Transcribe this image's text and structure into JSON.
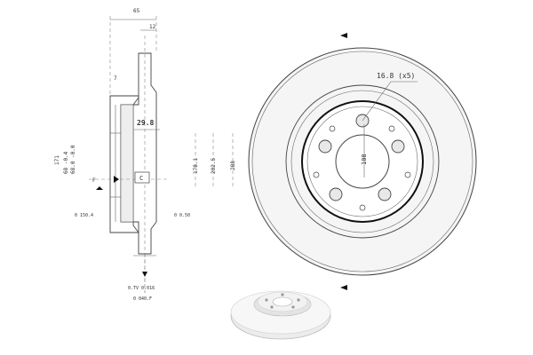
{
  "colors": {
    "ink": "#333333",
    "rotor_fill": "#f2f2f2",
    "shade": "#e0e0e0",
    "background": "#ffffff"
  },
  "side_view": {
    "dims": {
      "total_width": "65",
      "flange": "12",
      "offset": "7",
      "hub_depth": "29.8",
      "marker": "C",
      "d1": "171",
      "d2": "68 -0.4",
      "d3": "68.0 -0.0",
      "tol_left": "0 150.4",
      "tol_right": "0 0.50",
      "tol_bottom_1": "0.TV 0.016",
      "tol_bottom_2": "0 040.F",
      "datum": "F"
    }
  },
  "front_view": {
    "dims": {
      "hole_callout": "16.8 (x5)",
      "pcd": "108",
      "center_bore": "178.1",
      "outer_mid": "202.5",
      "outer_diameter": "288"
    }
  },
  "icons": {
    "direction_top": "arrow-left-icon",
    "direction_bottom": "arrow-left-icon",
    "datum_arrow": "datum-arrow-icon"
  }
}
